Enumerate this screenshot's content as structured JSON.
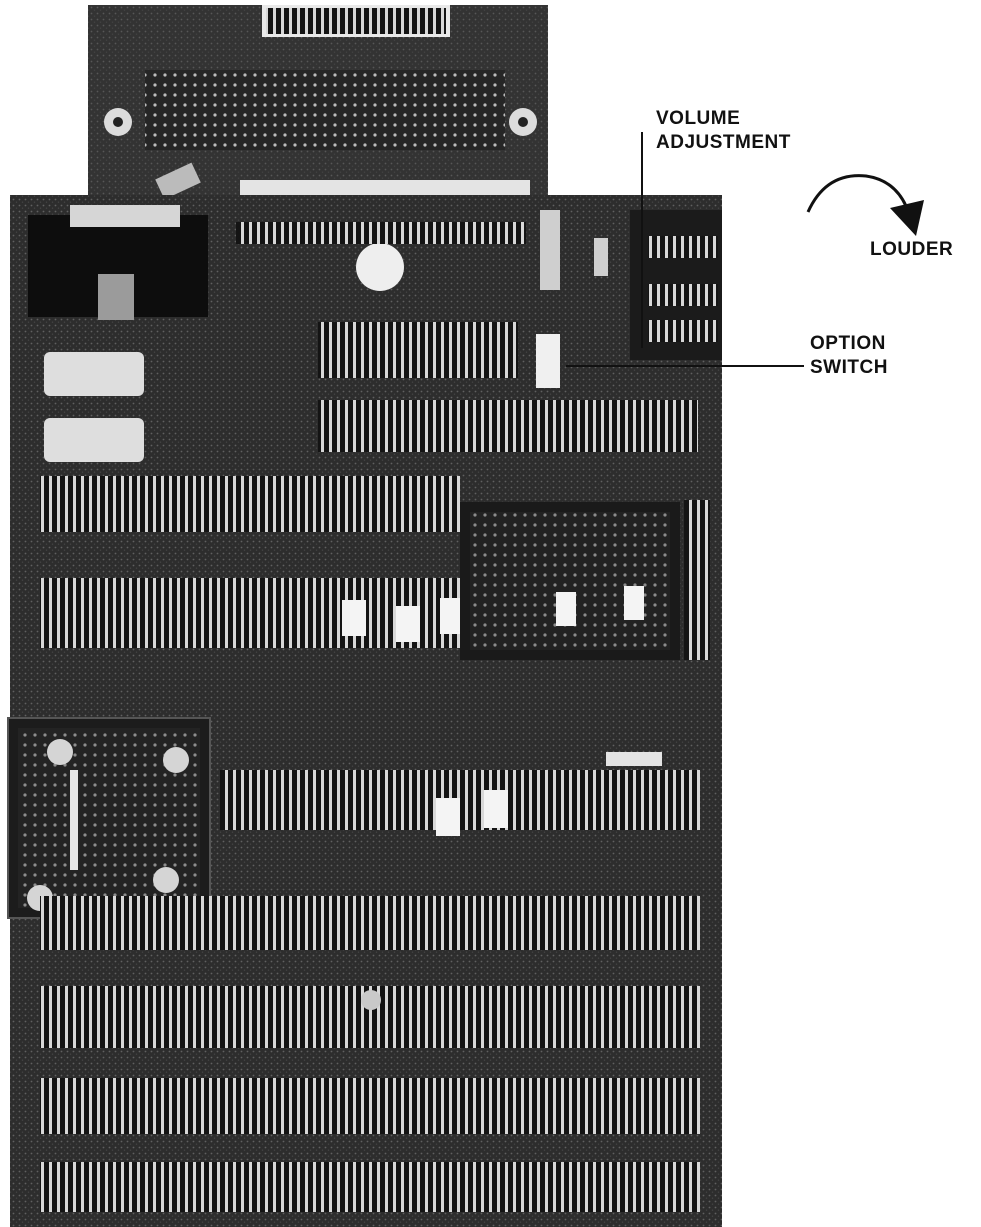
{
  "callouts": {
    "volume_line1": "VOLUME",
    "volume_line2": "ADJUSTMENT",
    "louder": "LOUDER",
    "option_line1": "OPTION",
    "option_line2": "SWITCH"
  },
  "colors": {
    "board": "#2b2b2b",
    "board_dark": "#151515",
    "chip": "#0f0f0f",
    "pin": "#cfcfcf",
    "label_white": "#f2f2f2",
    "ink": "#111111"
  }
}
